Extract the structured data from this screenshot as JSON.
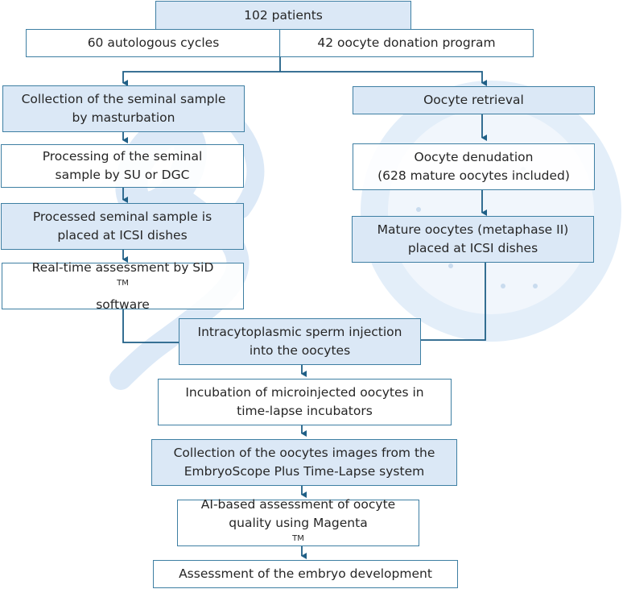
{
  "flowchart": {
    "top": {
      "label": "102 patients"
    },
    "split": {
      "left": "60 autologous cycles",
      "right": "42 oocyte donation program"
    },
    "left_branch": [
      {
        "lines": [
          "Collection of the seminal sample",
          "by masturbation"
        ],
        "style": "filled"
      },
      {
        "lines": [
          "Processing of the seminal",
          "sample by SU or DGC"
        ],
        "style": "white"
      },
      {
        "lines": [
          "Processed seminal sample is",
          "placed at ICSI dishes"
        ],
        "style": "filled"
      },
      {
        "lines": [
          "Real-time assessment by SiD",
          "software"
        ],
        "tm": "TM",
        "style": "white"
      }
    ],
    "right_branch": [
      {
        "lines": [
          "Oocyte retrieval"
        ],
        "style": "filled"
      },
      {
        "lines": [
          "Oocyte denudation",
          "(628 mature oocytes included)"
        ],
        "style": "white"
      },
      {
        "lines": [
          "Mature oocytes (metaphase II)",
          "placed at ICSI dishes"
        ],
        "style": "filled"
      }
    ],
    "merged": [
      {
        "lines": [
          "Intracytoplasmic sperm injection",
          "into the oocytes"
        ],
        "style": "filled"
      },
      {
        "lines": [
          "Incubation of microinjected oocytes in",
          "time-lapse incubators"
        ],
        "style": "white"
      },
      {
        "lines": [
          "Collection of the oocytes images from the",
          "EmbryoScope Plus Time-Lapse system"
        ],
        "style": "filled"
      },
      {
        "lines": [
          "AI-based assessment of oocyte",
          "quality using Magenta"
        ],
        "tm": "TM",
        "style": "white"
      },
      {
        "lines": [
          "Assessment of the embryo development"
        ],
        "style": "white"
      }
    ]
  },
  "colors": {
    "border": "#3e7fa3",
    "arrow": "#1f5f86",
    "fill": "#dbe8f6",
    "watermark": "#d6e6f6"
  }
}
